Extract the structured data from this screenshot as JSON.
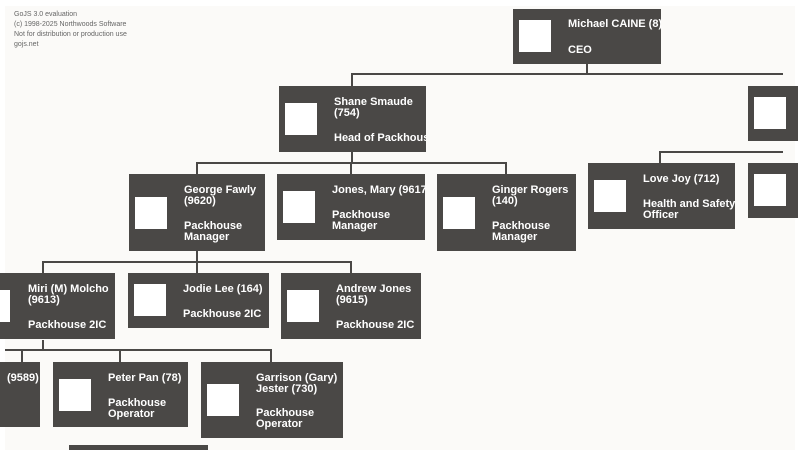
{
  "watermark": {
    "line1": "GoJS 3.0 evaluation",
    "line2": "(c) 1998-2025 Northwoods Software",
    "line3": "Not for distribution or production use",
    "line4": "gojs.net"
  },
  "colors": {
    "node_fill": "#4a4846",
    "link": "#4a4846",
    "photo": "#ffffff",
    "background": "#fbfaf8"
  },
  "nodes": {
    "caine": {
      "name": [
        "Michael CAINE (8)"
      ],
      "title": [
        "CEO"
      ]
    },
    "smaude": {
      "name": [
        "Shane Smaude",
        "(754)"
      ],
      "title": [
        "Head of Packhous"
      ]
    },
    "fawly": {
      "name": [
        "George Fawly",
        "(9620)"
      ],
      "title": [
        "Packhouse",
        "Manager"
      ]
    },
    "jones_m": {
      "name": [
        "Jones, Mary (9617"
      ],
      "title": [
        "Packhouse",
        "Manager"
      ]
    },
    "rogers": {
      "name": [
        "Ginger Rogers",
        "(140)"
      ],
      "title": [
        "Packhouse",
        "Manager"
      ]
    },
    "joy": {
      "name": [
        "Love Joy (712)"
      ],
      "title": [
        "Health and Safety",
        "Officer"
      ]
    },
    "molcho": {
      "name": [
        "Miri (M) Molcho",
        "(9613)"
      ],
      "title": [
        "Packhouse 2IC"
      ]
    },
    "lee": {
      "name": [
        "Jodie Lee (164)"
      ],
      "title": [
        "Packhouse 2IC"
      ]
    },
    "jones_a": {
      "name": [
        "Andrew Jones",
        "(9615)"
      ],
      "title": [
        "Packhouse 2IC"
      ]
    },
    "partial": {
      "name": [
        "(9589)"
      ],
      "title": []
    },
    "pan": {
      "name": [
        "Peter Pan (78)"
      ],
      "title": [
        "Packhouse",
        "Operator"
      ]
    },
    "jester": {
      "name": [
        "Garrison (Gary)",
        "Jester (730)"
      ],
      "title": [
        "Packhouse",
        "Operator"
      ]
    }
  }
}
